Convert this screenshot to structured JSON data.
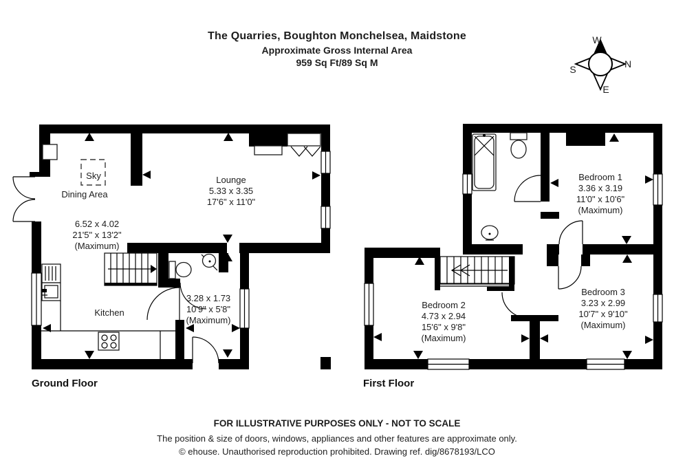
{
  "header": {
    "title": "The Quarries, Boughton Monchelsea, Maidstone",
    "subtitle": "Approximate Gross Internal Area",
    "area": "959 Sq Ft/89 Sq M"
  },
  "compass": {
    "top": "W",
    "right": "N",
    "bottom": "E",
    "left": "S"
  },
  "ground_floor": {
    "label": "Ground Floor",
    "sky": "Sky",
    "dining_area": {
      "name": "Dining Area",
      "dim_metric": "6.52 x 4.02",
      "dim_imperial": "21'5\" x 13'2\"",
      "dim_note": "(Maximum)"
    },
    "lounge": {
      "name": "Lounge",
      "dim_metric": "5.33 x 3.35",
      "dim_imperial": "17'6\" x 11'0\""
    },
    "kitchen": {
      "name": "Kitchen"
    },
    "hall": {
      "dim_metric": "3.28 x 1.73",
      "dim_imperial": "10'9\" x 5'8\"",
      "dim_note": "(Maximum)"
    }
  },
  "first_floor": {
    "label": "First Floor",
    "bedroom1": {
      "name": "Bedroom 1",
      "dim_metric": "3.36 x 3.19",
      "dim_imperial": "11'0\" x 10'6\"",
      "dim_note": "(Maximum)"
    },
    "bedroom2": {
      "name": "Bedroom 2",
      "dim_metric": "4.73 x 2.94",
      "dim_imperial": "15'6\" x 9'8\"",
      "dim_note": "(Maximum)"
    },
    "bedroom3": {
      "name": "Bedroom 3",
      "dim_metric": "3.23 x 2.99",
      "dim_imperial": "10'7\" x 9'10\"",
      "dim_note": "(Maximum)"
    }
  },
  "footer": {
    "notice": "FOR ILLUSTRATIVE PURPOSES ONLY - NOT TO SCALE",
    "disclaimer": "The position & size of doors, windows, appliances and other features are approximate only.",
    "copyright": "© ehouse. Unauthorised reproduction prohibited. Drawing ref. dig/8678193/LCO"
  },
  "colors": {
    "wall": "#000000",
    "text": "#1d1d1d",
    "background": "#ffffff"
  }
}
